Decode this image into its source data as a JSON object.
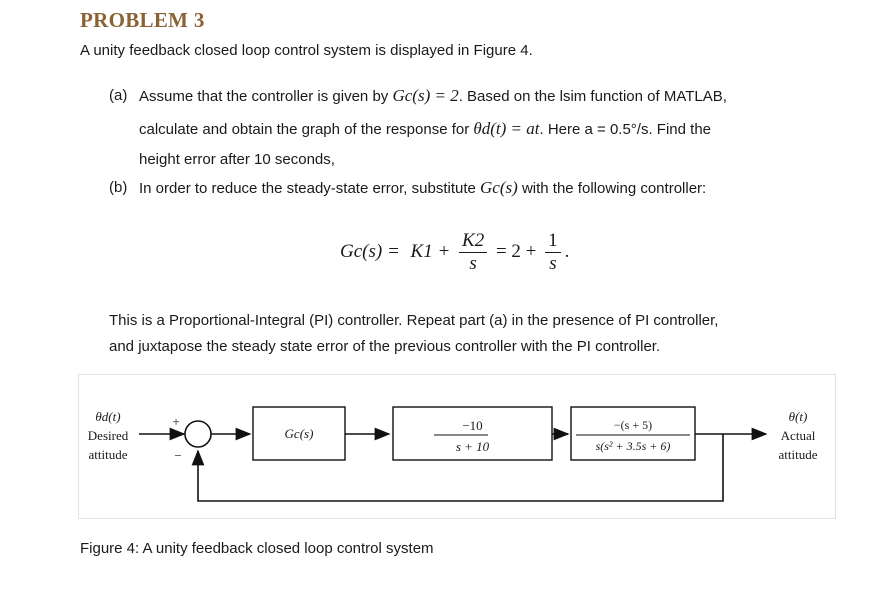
{
  "title": "PROBLEM 3",
  "intro": "A unity feedback closed loop control system is displayed in Figure 4.",
  "part_a": {
    "marker": "(a)",
    "line1_pre": "Assume that the controller is given by ",
    "gc_math": "Gc(s) = 2",
    "line1_post": ". Based on the lsim function of MATLAB,",
    "line2_pre": "calculate and obtain the graph of the response for ",
    "theta_math": "θd(t) = at",
    "line2_post": ". Here a = 0.5°/s. Find the",
    "line3": "height error after 10 seconds,"
  },
  "part_b": {
    "marker": "(b)",
    "line1_pre": "In order to reduce the steady-state error, substitute ",
    "gc_math": "Gc(s)",
    "line1_post": " with the following controller:"
  },
  "equation": {
    "lhs": "Gc(s) =",
    "k1": "K1 +",
    "k2": "K2",
    "s1": "s",
    "mid": "= 2 +",
    "one": "1",
    "s2": "s",
    "end": "."
  },
  "pi_text": {
    "line1": "This is a Proportional-Integral (PI) controller.  Repeat  part (a) in the presence of PI controller,",
    "line2": "and juxtapose the steady state error of the previous controller with the PI controller."
  },
  "diagram": {
    "input_symbol": "θd(t)",
    "input_label1": "Desired",
    "input_label2": "attitude",
    "plus_sign": "+",
    "minus_sign": "−",
    "block1": "Gc(s)",
    "block2_num": "−10",
    "block2_den": "s + 10",
    "block3_num": "−(s + 5)",
    "block3_den": "s(s² + 3.5s + 6)",
    "output_symbol": "θ(t)",
    "output_label1": "Actual",
    "output_label2": "attitude"
  },
  "caption": "Figure 4: A unity feedback closed loop control system"
}
